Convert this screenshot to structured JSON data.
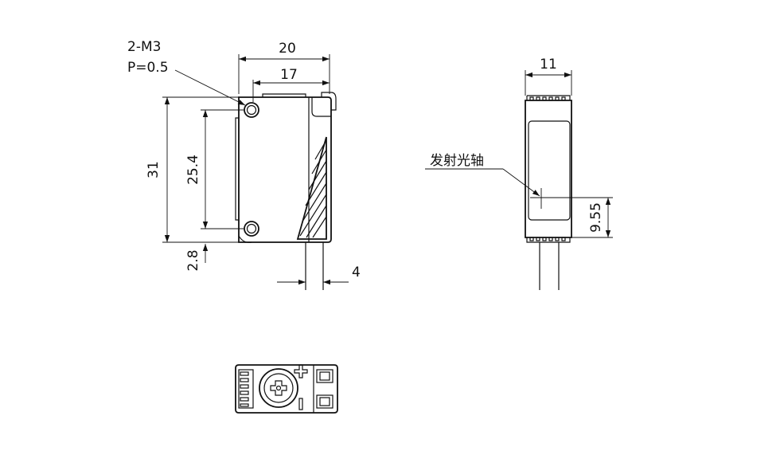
{
  "annotations": {
    "thread_line1": "2-M3",
    "thread_line2": "P=0.5",
    "emit_axis": "发射光轴"
  },
  "dimensions": {
    "width_total": "20",
    "width_inner": "17",
    "height_total": "31",
    "hole_pitch": "25.4",
    "offset_bottom": "2.8",
    "cable_dia": "4",
    "side_width": "11",
    "axis_height": "9.55"
  },
  "colors": {
    "line": "#111111",
    "background": "#ffffff"
  }
}
